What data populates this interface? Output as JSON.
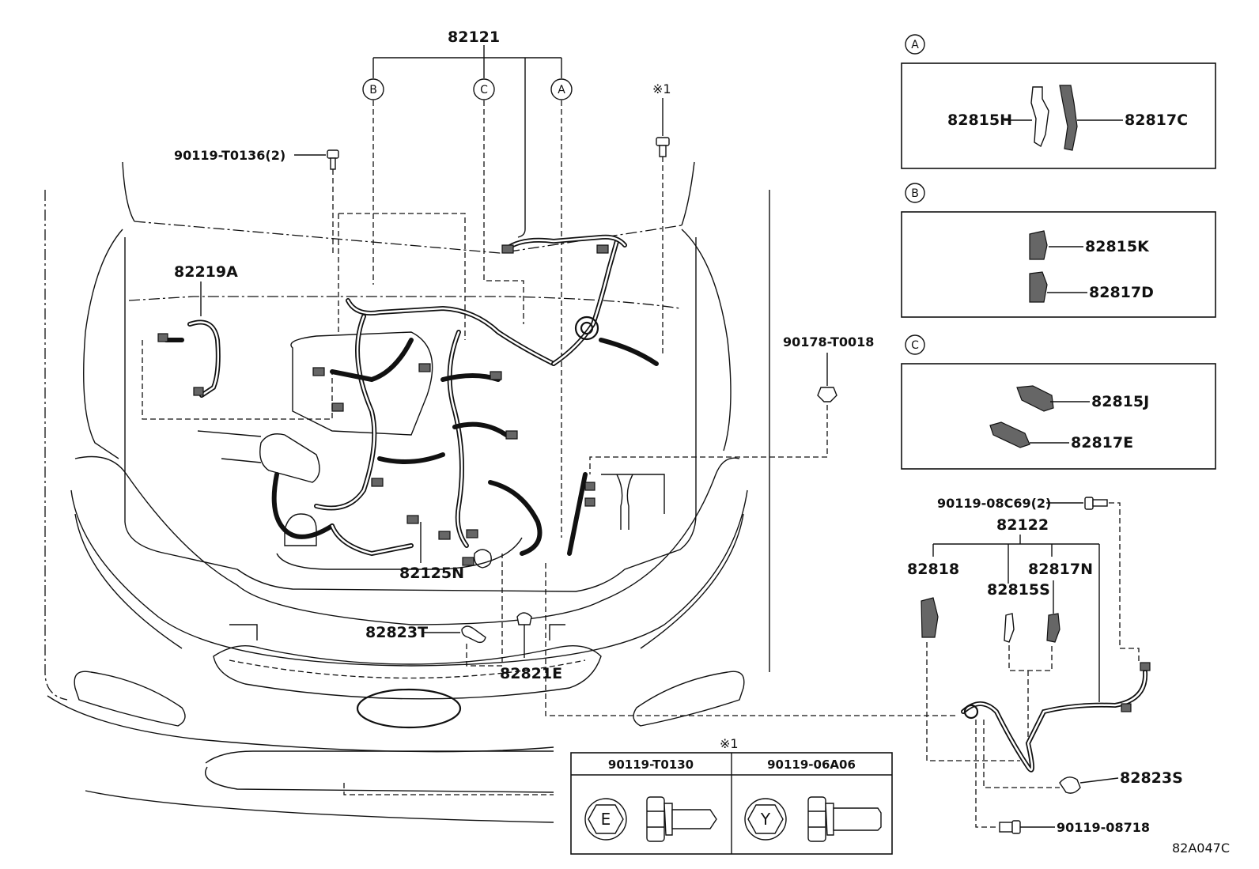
{
  "main_assembly": {
    "harness_number": "82121",
    "view_refs": [
      "B",
      "C",
      "A"
    ],
    "bolt_left": "90119-T0136(2)",
    "bolt_note_mark": "※1",
    "clamp_left": "82219A",
    "nut_right": "90178-T0018",
    "wire_bottom": "82125N",
    "cap": "82823T",
    "clip_bottom": "82821E"
  },
  "detail_views": [
    {
      "ref": "A",
      "parts": [
        "82815H",
        "82817C"
      ]
    },
    {
      "ref": "B",
      "parts": [
        "82815K",
        "82817D"
      ]
    },
    {
      "ref": "C",
      "parts": [
        "82815J",
        "82817E"
      ]
    }
  ],
  "sub_assembly": {
    "bolt_top": "90119-08C69(2)",
    "harness_number": "82122",
    "part_left": "82818",
    "part_mid": "82815S",
    "part_right": "82817N",
    "cap": "82823S",
    "bolt_bottom": "90119-08718"
  },
  "bolt_table": {
    "note_mark": "※1",
    "columns": [
      {
        "header": "90119-T0130",
        "symbol": "E"
      },
      {
        "header": "90119-06A06",
        "symbol": "Y"
      }
    ]
  },
  "figure_id": "82A047C"
}
